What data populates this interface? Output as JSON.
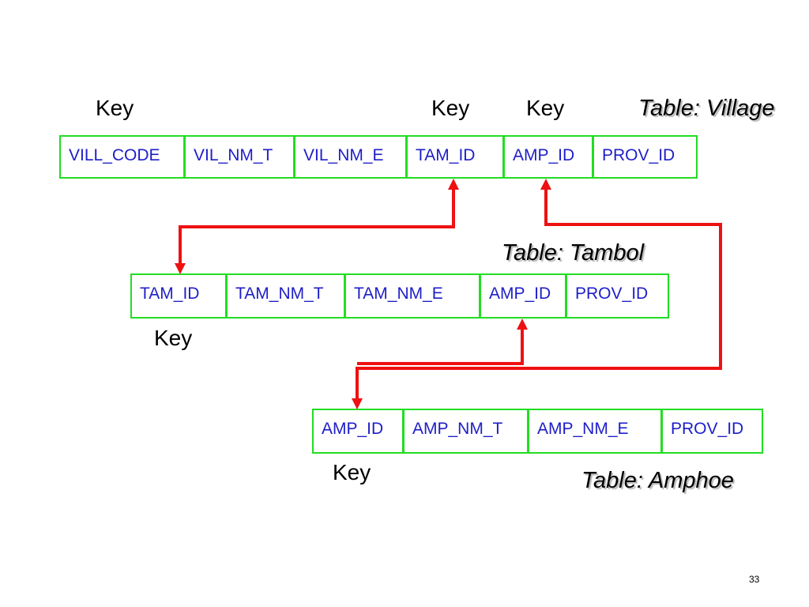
{
  "village": {
    "title": "Table: Village",
    "columns": [
      "VILL_CODE",
      "VIL_NM_T",
      "VIL_NM_E",
      "TAM_ID",
      "AMP_ID",
      "PROV_ID"
    ],
    "key_labels": [
      "Key",
      "Key",
      "Key"
    ]
  },
  "tambol": {
    "title": "Table: Tambol",
    "columns": [
      "TAM_ID",
      "TAM_NM_T",
      "TAM_NM_E",
      "AMP_ID",
      "PROV_ID"
    ],
    "key_label": "Key"
  },
  "amphoe": {
    "title": "Table: Amphoe",
    "columns": [
      "AMP_ID",
      "AMP_NM_T",
      "AMP_NM_E",
      "PROV_ID"
    ],
    "key_label": "Key"
  },
  "page_number": "33",
  "colors": {
    "table_border": "#22dd22",
    "column_text": "#1e1ec8",
    "arrow": "#ee1111"
  }
}
